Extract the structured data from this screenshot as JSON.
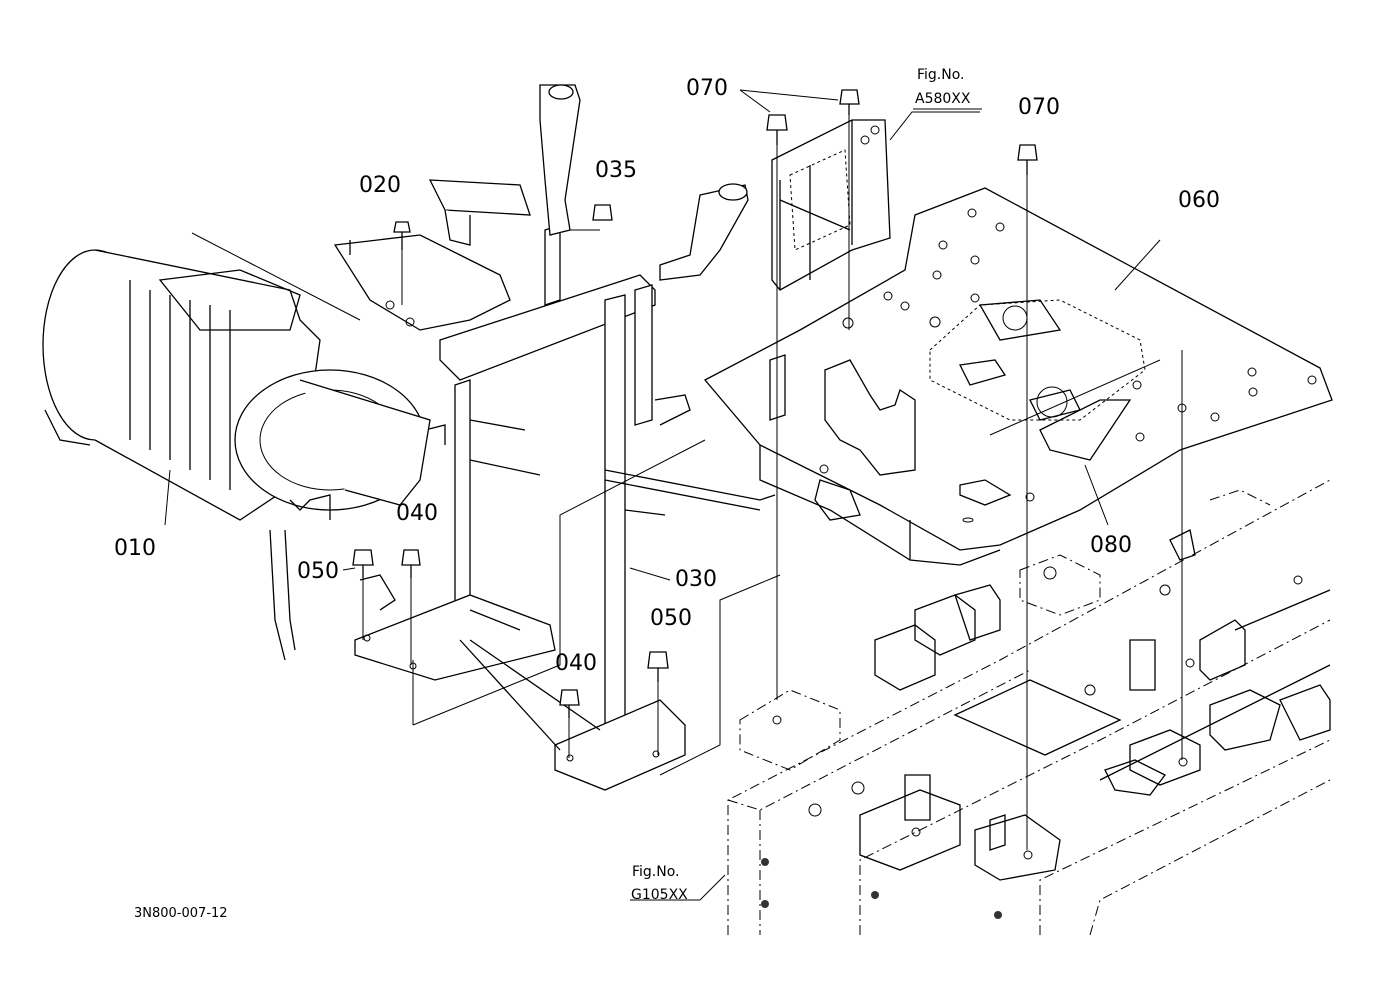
{
  "labels": {
    "p010": "010",
    "p020": "020",
    "p030": "030",
    "p035": "035",
    "p040a": "040",
    "p040b": "040",
    "p050a": "050",
    "p050b": "050",
    "p060": "060",
    "p070a": "070",
    "p070b": "070",
    "p080": "080"
  },
  "figrefs": {
    "top": {
      "line1": "Fig.No.",
      "line2": "A580XX"
    },
    "bottom": {
      "line1": "Fig.No.",
      "line2": "G105XX"
    }
  },
  "drawing_code": "3N800-007-12"
}
